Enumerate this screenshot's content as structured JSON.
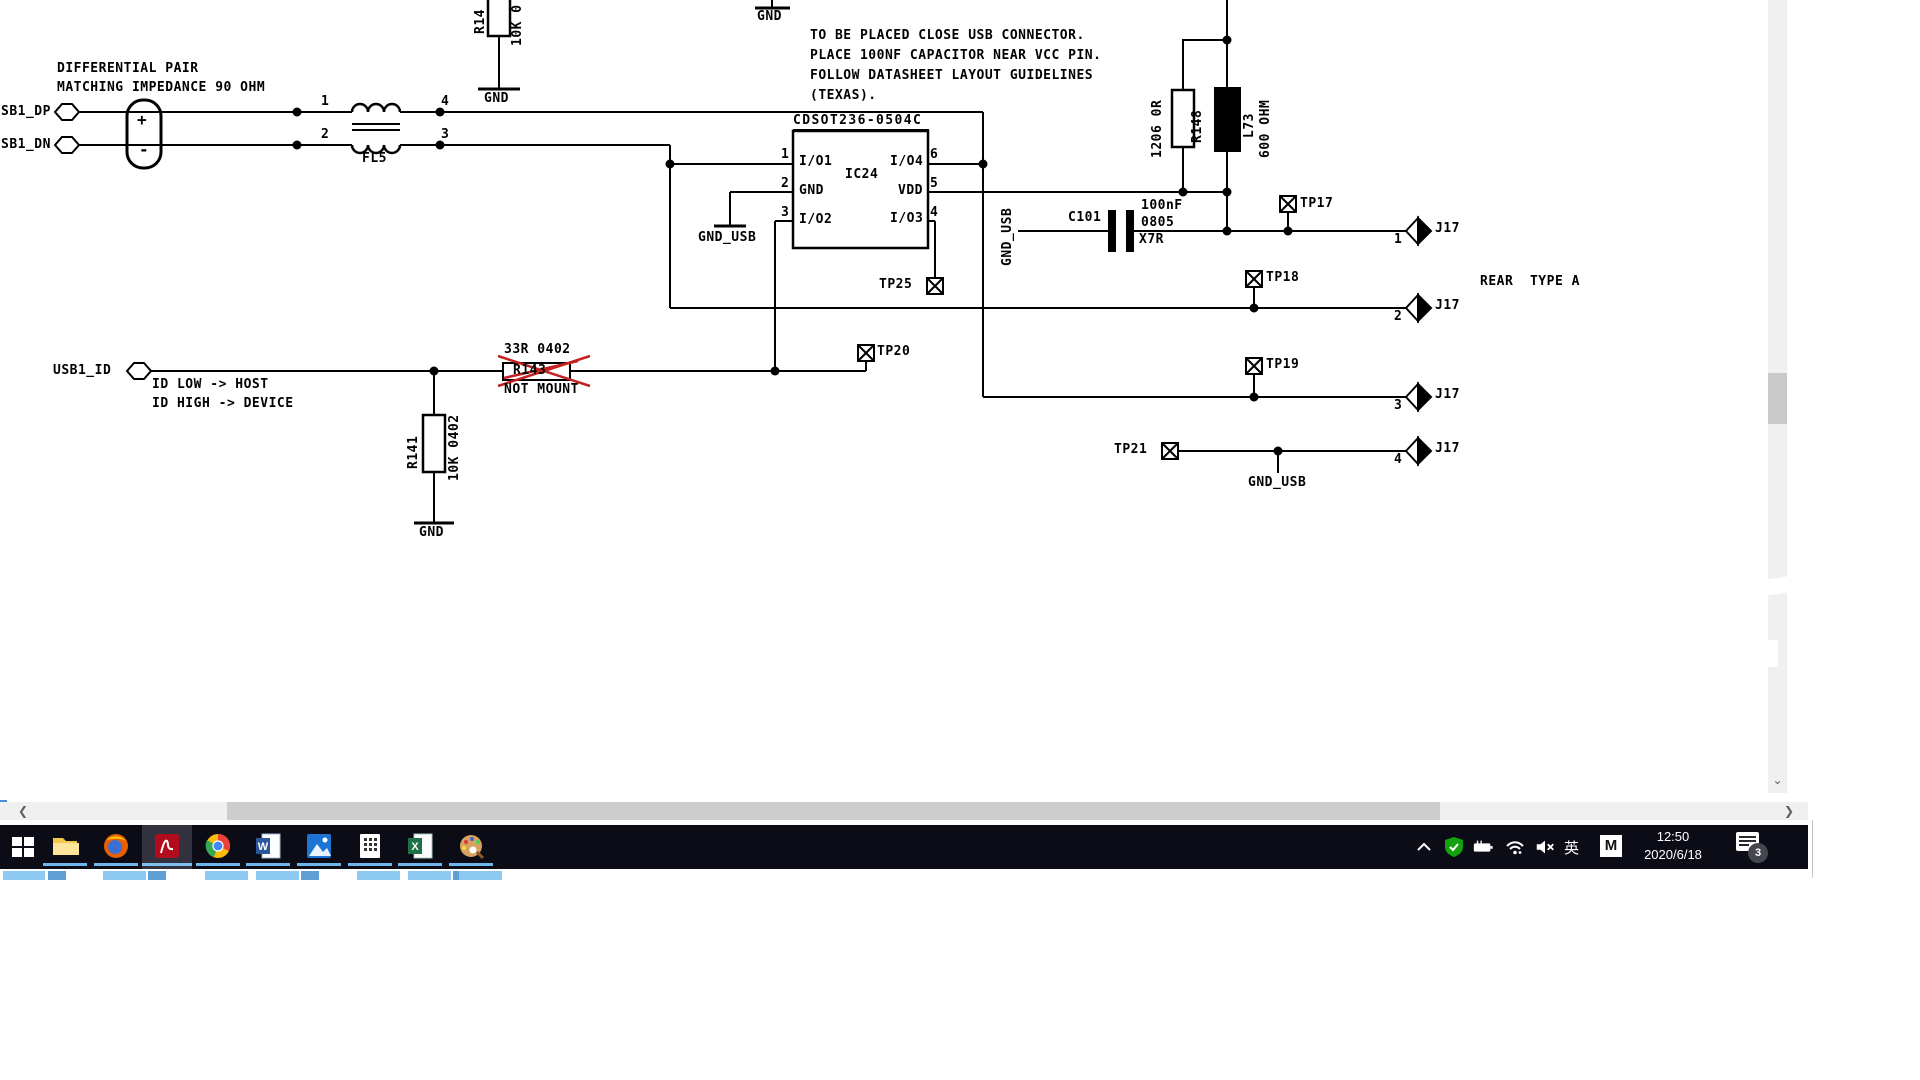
{
  "schematic": {
    "notes": {
      "diff1": "DIFFERENTIAL PAIR",
      "diff2": "MATCHING IMPEDANCE 90 OHM",
      "place1": "TO BE PLACED CLOSE USB CONNECTOR.",
      "place2": "PLACE 100NF CAPACITOR NEAR VCC PIN.",
      "place3": "FOLLOW DATASHEET LAYOUT GUIDELINES",
      "place4": "(TEXAS).",
      "rear": "REAR  TYPE A",
      "id_low": "ID LOW -> HOST",
      "id_high": "ID HIGH -> DEVICE",
      "not_mount": "NOT MOUNT"
    },
    "nets": {
      "sb1_dp": "SB1_DP",
      "sb1_dn": "SB1_DN",
      "usb1_id": "USB1_ID",
      "gnd": "GND",
      "gnd_usb": "GND_USB"
    },
    "ic24": {
      "part": "CDSOT236-0504C",
      "ref": "IC24",
      "pins": {
        "p1": "1",
        "p2": "2",
        "p3": "3",
        "p4": "4",
        "p5": "5",
        "p6": "6"
      },
      "names": {
        "io1": "I/O1",
        "gnd": "GND",
        "io2": "I/O2",
        "io3": "I/O3",
        "io4": "I/O4",
        "vdd": "VDD"
      }
    },
    "components": {
      "fl5": {
        "ref": "FL5",
        "p1": "1",
        "p2": "2",
        "p3": "3",
        "p4": "4"
      },
      "r_top": {
        "ref": "R14",
        "value": "10K 0"
      },
      "r141": {
        "ref": "R141",
        "value": "10K 0402"
      },
      "r143": {
        "ref": "R143",
        "value": "33R 0402"
      },
      "r148": {
        "ref": "R148",
        "value": "1206 0R"
      },
      "l73": {
        "ref": "L73",
        "value": "600 OHM"
      },
      "c101": {
        "ref": "C101",
        "value": "100nF",
        "size": "0805",
        "dielectric": "X7R"
      },
      "plus": "+",
      "minus": "-"
    },
    "testpoints": {
      "tp17": "TP17",
      "tp18": "TP18",
      "tp19": "TP19",
      "tp20": "TP20",
      "tp21": "TP21",
      "tp25": "TP25"
    },
    "connector": {
      "ref": "J17",
      "pin1": "1",
      "pin2": "2",
      "pin3": "3",
      "pin4": "4"
    }
  },
  "taskbar": {
    "time": "12:50",
    "date": "2020/6/18",
    "ime_lang": "英",
    "ime_mode": "M",
    "notification_count": "3"
  }
}
